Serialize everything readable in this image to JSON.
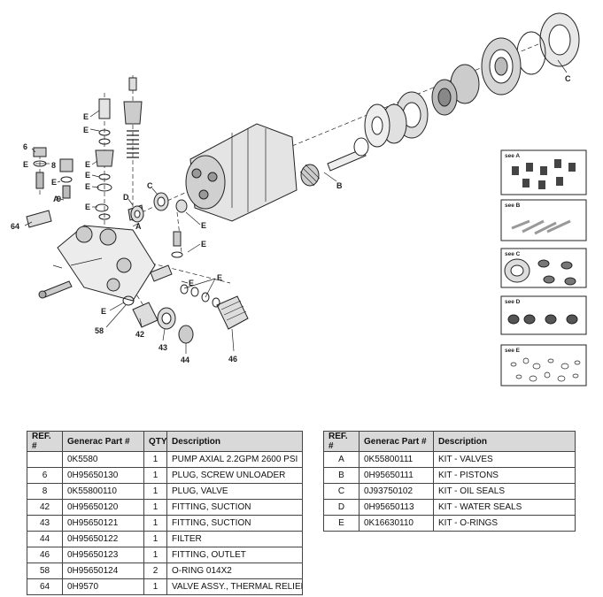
{
  "diagram": {
    "callouts": {
      "c_top": "C",
      "e1": "E",
      "e2": "E",
      "e3": "E",
      "e4": "E",
      "e5": "E",
      "e6": "E",
      "e7": "E",
      "e8": "E",
      "e9": "E",
      "e10": "E",
      "e11": "E",
      "e12": "E",
      "six": "6",
      "eight": "8",
      "nine": "9",
      "a1": "A",
      "a2": "A",
      "d1": "D",
      "c_mid": "C",
      "b1": "B",
      "sixtyfour": "64",
      "fiftyeight": "58",
      "fortytwo": "42",
      "fortythree": "43",
      "fortyfour": "44",
      "fortysix": "46"
    },
    "kits": [
      {
        "label": "see A"
      },
      {
        "label": "see B"
      },
      {
        "label": "see C"
      },
      {
        "label": "see D"
      },
      {
        "label": "see E"
      }
    ]
  },
  "parts_table": {
    "headers": [
      "REF. #",
      "Generac Part #",
      "QTY",
      "Description"
    ],
    "rows": [
      {
        "ref": "",
        "part": "0K5580",
        "qty": "1",
        "desc": "PUMP AXIAL 2.2GPM 2600 PSI"
      },
      {
        "ref": "6",
        "part": "0H95650130",
        "qty": "1",
        "desc": "PLUG, SCREW UNLOADER"
      },
      {
        "ref": "8",
        "part": "0K55800110",
        "qty": "1",
        "desc": "PLUG, VALVE"
      },
      {
        "ref": "42",
        "part": "0H95650120",
        "qty": "1",
        "desc": "FITTING, SUCTION"
      },
      {
        "ref": "43",
        "part": "0H95650121",
        "qty": "1",
        "desc": "FITTING, SUCTION"
      },
      {
        "ref": "44",
        "part": "0H95650122",
        "qty": "1",
        "desc": "FILTER"
      },
      {
        "ref": "46",
        "part": "0H95650123",
        "qty": "1",
        "desc": "FITTING, OUTLET"
      },
      {
        "ref": "58",
        "part": "0H95650124",
        "qty": "2",
        "desc": "O-RING 014X2"
      },
      {
        "ref": "64",
        "part": "0H9570",
        "qty": "1",
        "desc": "VALVE ASSY., THERMAL RELIEF"
      }
    ]
  },
  "kits_table": {
    "headers": [
      "REF. #",
      "Generac Part #",
      "Description"
    ],
    "rows": [
      {
        "ref": "A",
        "part": "0K55800111",
        "desc": "KIT - VALVES"
      },
      {
        "ref": "B",
        "part": "0H95650111",
        "desc": "KIT - PISTONS"
      },
      {
        "ref": "C",
        "part": "0J93750102",
        "desc": "KIT - OIL SEALS"
      },
      {
        "ref": "D",
        "part": "0H95650113",
        "desc": "KIT - WATER SEALS"
      },
      {
        "ref": "E",
        "part": "0K16630110",
        "desc": "KIT - O-RINGS"
      }
    ]
  }
}
